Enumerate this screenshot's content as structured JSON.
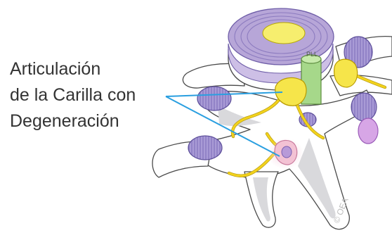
{
  "label": {
    "lines": [
      "Articulación",
      "de la Carilla con",
      "Degeneración"
    ]
  },
  "illustration": {
    "small_label": "PLL",
    "watermark": "© OEA"
  },
  "colors": {
    "leader_line": "#2a9fe0",
    "label_text": "#333333",
    "facet_joint": "#f6e54a",
    "degenerated_joint": "#f3c2d4",
    "ligament": "#b7a6d8",
    "nerve": "#f2d21c"
  }
}
